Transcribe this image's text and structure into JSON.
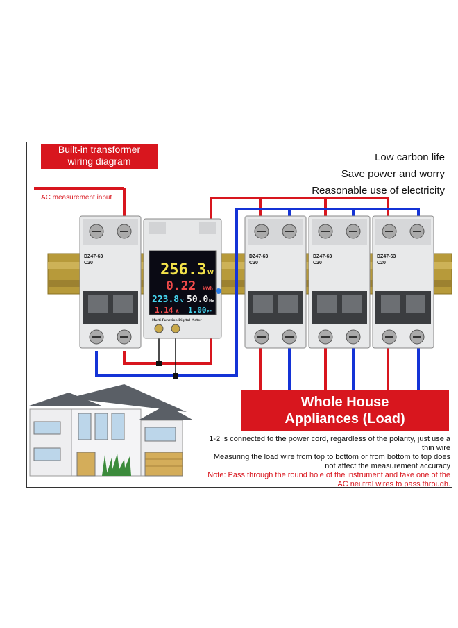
{
  "title": {
    "line1": "Built-in transformer",
    "line2": "wiring diagram"
  },
  "taglines": [
    "Low carbon life",
    "Save power and worry",
    "Reasonable use of electricity"
  ],
  "ac_label": "AC measurement input",
  "meter": {
    "power": "256.3",
    "power_unit": "W",
    "energy": "0.22",
    "energy_unit": "kWh",
    "voltage": "223.8",
    "voltage_unit": "V",
    "frequency": "50.0",
    "frequency_unit": "Hz",
    "current": "1.14",
    "current_unit": "A",
    "pf": "1.00",
    "pf_unit": "PF",
    "caption": "Multi-Function Digital Meter"
  },
  "breaker": {
    "model": "DZ47-63",
    "rating": "C20"
  },
  "load_banner": {
    "line1": "Whole House",
    "line2": "Appliances (Load)"
  },
  "notes": {
    "line1": "1-2 is connected to the power cord, regardless of the polarity, just use a thin wire",
    "line2": "Measuring the load wire from top to bottom or from bottom to top does not affect the measurement accuracy",
    "line3": "Note: Pass through the round hole of the instrument and take one of the AC neutral wires to pass through."
  },
  "colors": {
    "red": "#d8161e",
    "blue": "#1433d6",
    "display_bg": "#0a0a14"
  }
}
